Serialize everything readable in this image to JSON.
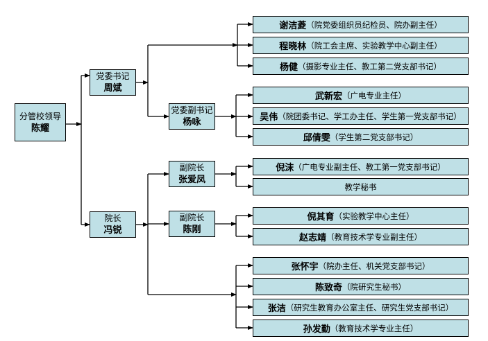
{
  "colors": {
    "box_fill": "#bfe0e6",
    "line": "#000000"
  },
  "root": {
    "role": "分管校领导",
    "name": "陈耀"
  },
  "branches": [
    {
      "role": "党委书记",
      "name": "周斌",
      "groups": [
        {
          "manager": null,
          "staff": [
            {
              "name": "谢洁菱",
              "duty": "（院党委组织员纪检员、院办副主任）"
            },
            {
              "name": "程晓林",
              "duty": "（院工会主席、实验教学中心副主任）"
            },
            {
              "name": "杨健",
              "duty": "（摄影专业主任、教工第二党支部书记）"
            }
          ]
        },
        {
          "manager": {
            "role": "党委副书记",
            "name": "杨咏"
          },
          "staff": [
            {
              "name": "武新宏",
              "duty": "（广电专业主任）"
            },
            {
              "name": "吴伟",
              "duty": "（院团委书记、学工办主任、学生第一党支部书记）"
            },
            {
              "name": "邱倩雯",
              "duty": "（学生第二党支部书记）"
            }
          ]
        }
      ]
    },
    {
      "role": "院长",
      "name": "冯锐",
      "groups": [
        {
          "manager": {
            "role": "副院长",
            "name": "张爱凤"
          },
          "staff": [
            {
              "name": "倪沫",
              "duty": "（广电专业副主任、教工第一党支部书记）"
            },
            {
              "name": "",
              "duty": "教学秘书"
            }
          ]
        },
        {
          "manager": {
            "role": "副院长",
            "name": "陈刚"
          },
          "staff": [
            {
              "name": "倪其育",
              "duty": "（实验教学中心主任）"
            },
            {
              "name": "赵志靖",
              "duty": "（教育技术学专业副主任）"
            }
          ]
        },
        {
          "manager": null,
          "staff": [
            {
              "name": "张怀宇",
              "duty": "（院办主任、机关党支部书记）"
            },
            {
              "name": "陈致奇",
              "duty": "（院研究生秘书）"
            },
            {
              "name": "张洁",
              "duty": "（研究生教育办公室主任、研究生党支部书记）"
            },
            {
              "name": "孙发勤",
              "duty": "（教育技术学专业主任）"
            }
          ]
        }
      ]
    }
  ]
}
